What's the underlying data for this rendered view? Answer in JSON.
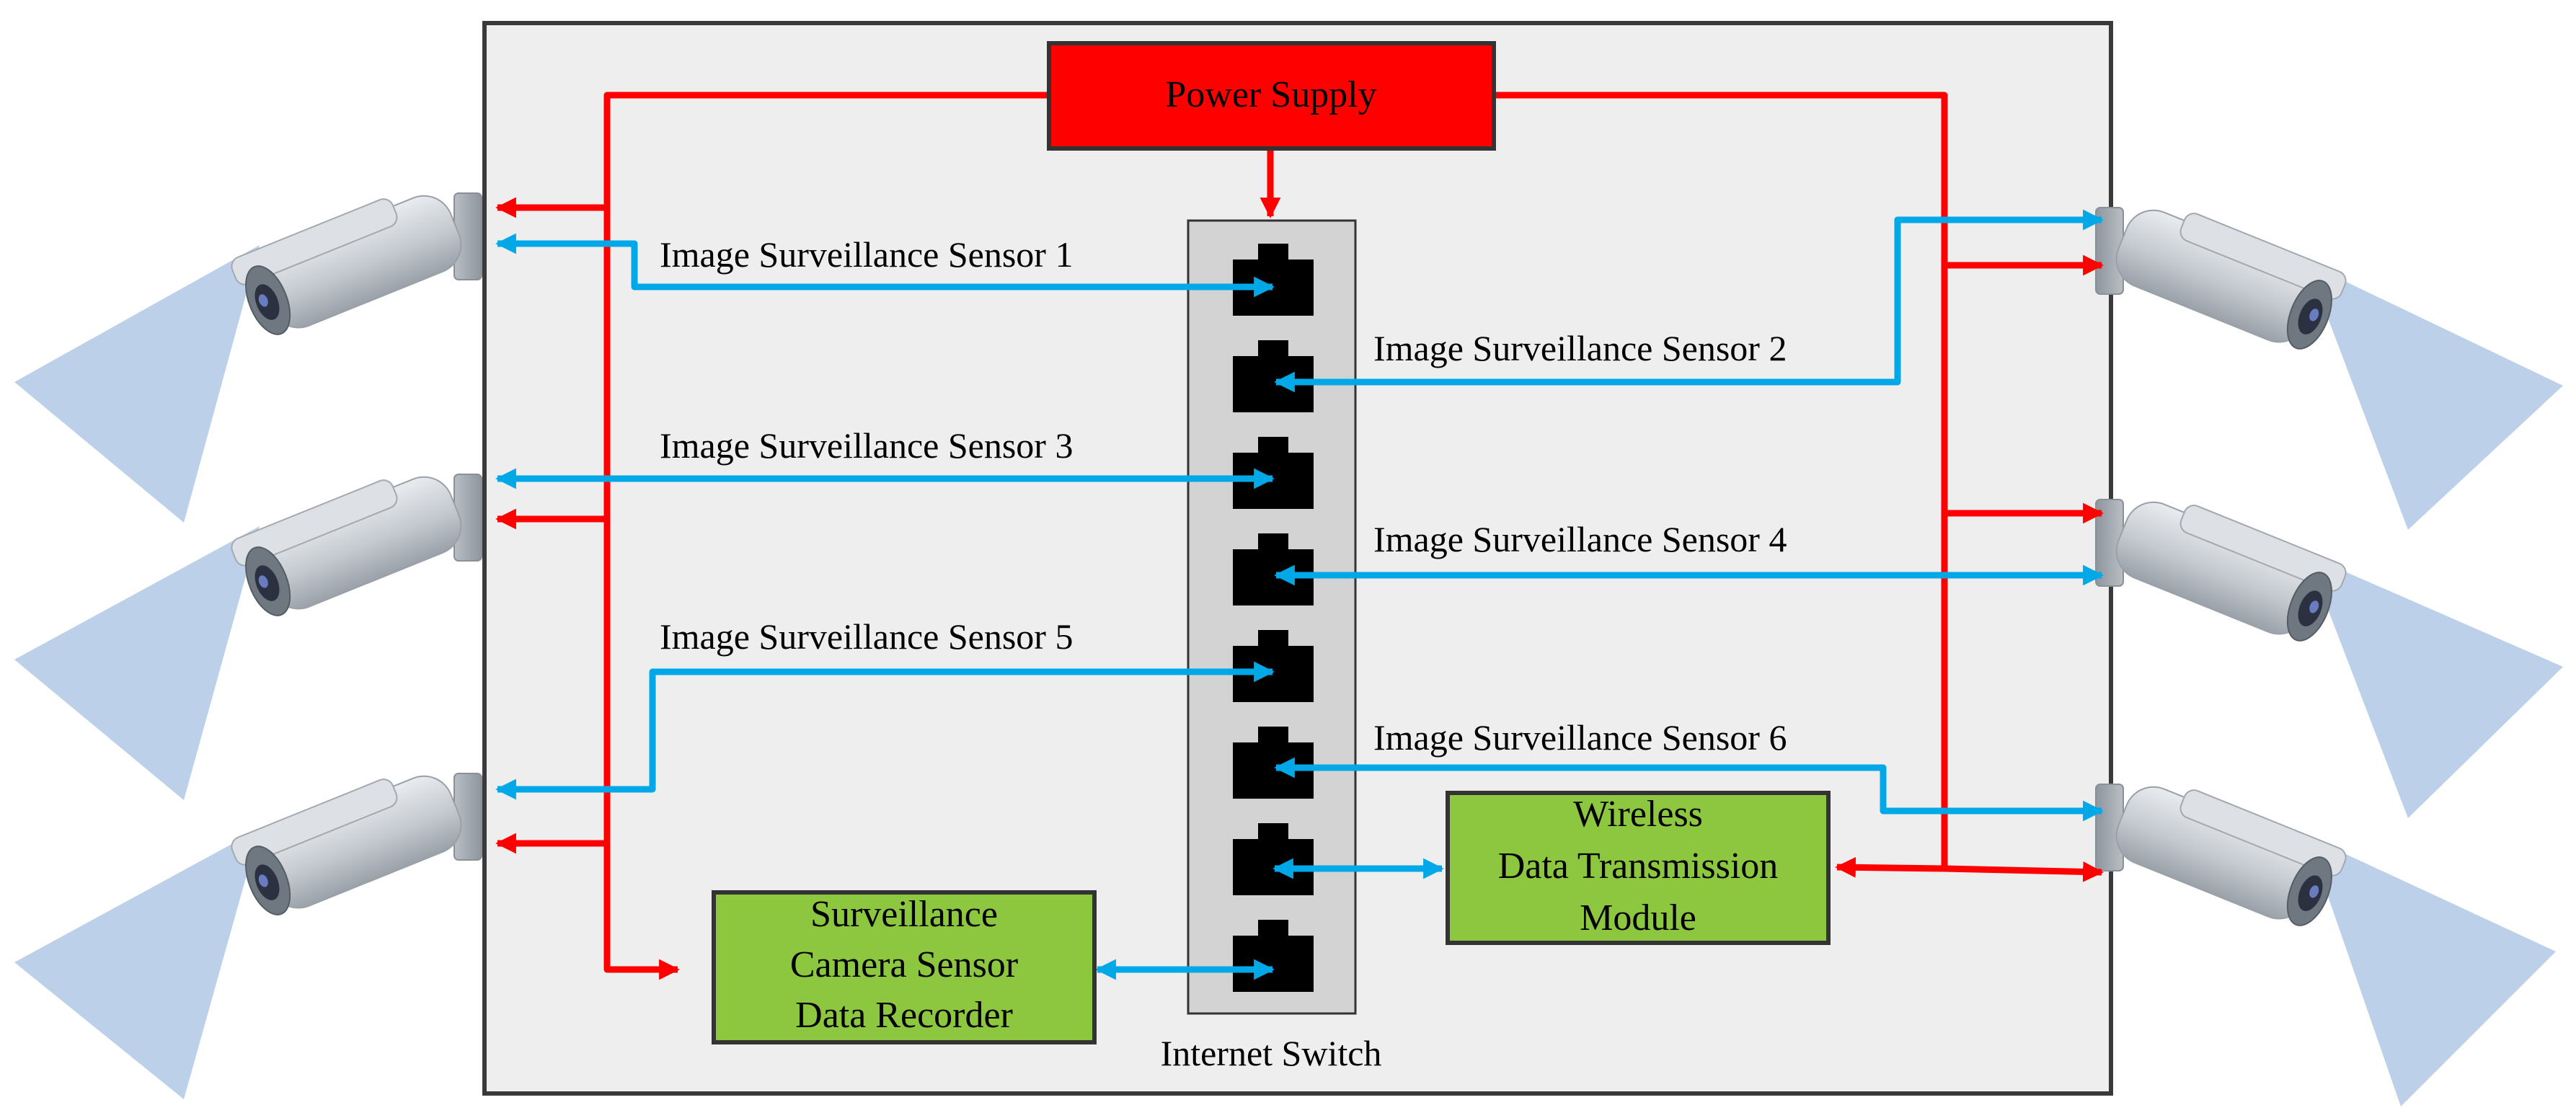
{
  "diagram": {
    "power_supply": {
      "label": "Power Supply",
      "color": "#ff0000"
    },
    "internet_switch": {
      "label": "Internet Switch",
      "port_count": 8
    },
    "data_recorder": {
      "lines": [
        "Surveillance",
        "Camera Sensor",
        "Data Recorder"
      ],
      "color": "#8dc63f"
    },
    "wireless_module": {
      "lines": [
        "Wireless",
        "Data Transmission",
        "Module"
      ],
      "color": "#8dc63f"
    },
    "sensors": [
      {
        "label": "Image Surveillance Sensor 1",
        "side": "left"
      },
      {
        "label": "Image Surveillance Sensor 2",
        "side": "right"
      },
      {
        "label": "Image Surveillance Sensor 3",
        "side": "left"
      },
      {
        "label": "Image Surveillance Sensor 4",
        "side": "right"
      },
      {
        "label": "Image Surveillance Sensor 5",
        "side": "left"
      },
      {
        "label": "Image Surveillance Sensor 6",
        "side": "right"
      }
    ],
    "colors": {
      "power_line": "#ff0000",
      "data_line": "#00a8e8",
      "panel_bg": "#eeeeee",
      "switch_bg": "#d3d3d3",
      "camera_body": "#c8ccd2",
      "camera_cone": "#bcd0ea"
    }
  }
}
